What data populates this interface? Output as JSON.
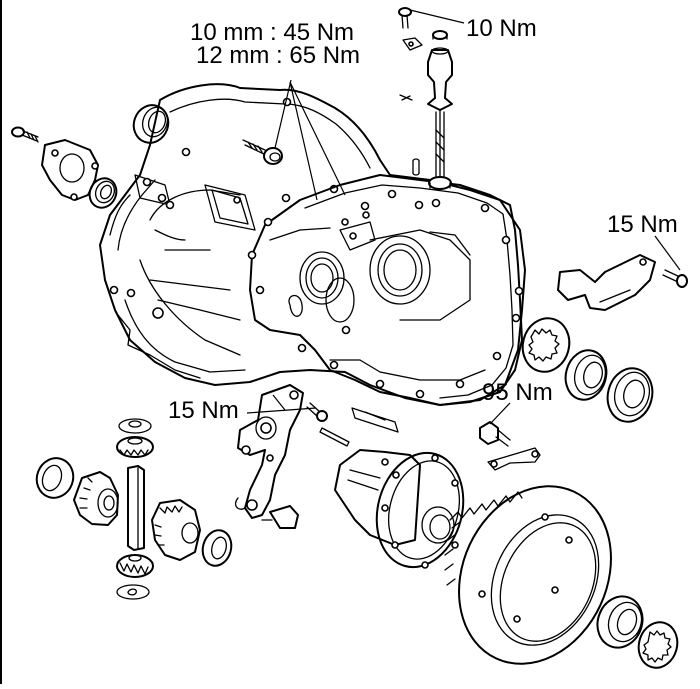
{
  "diagram": {
    "title": "Manual transaxle exploded view with tightening torques",
    "colors": {
      "line": "#000000",
      "background": "#ffffff"
    },
    "torque_labels": [
      {
        "id": "housing-bolts",
        "lines": [
          "10 mm : 45 Nm",
          "12 mm : 65 Nm"
        ],
        "target": "clutch housing bolts"
      },
      {
        "id": "speedo-clamp",
        "lines": [
          "10 Nm"
        ],
        "target": "speedometer drive clamp bolt"
      },
      {
        "id": "bracket",
        "lines": [
          "15 Nm"
        ],
        "target": "side bracket bolt"
      },
      {
        "id": "shift-lever",
        "lines": [
          "15 Nm"
        ],
        "target": "shift lever bracket bolts"
      },
      {
        "id": "drain-plug",
        "lines": [
          "95 Nm"
        ],
        "target": "plug bolt"
      }
    ],
    "components": [
      "transaxle-housing",
      "clutch-housing",
      "oil-seal-left",
      "oil-seal-top",
      "release-bearing-retainer",
      "retainer-bolt",
      "speedometer-drive-gear",
      "speedometer-clamp",
      "speedometer-bolt",
      "side-bracket",
      "side-bracket-bolt",
      "snap-ring-right",
      "bearing-right",
      "oil-seal-right",
      "shift-lever-assembly",
      "pin",
      "lock-plate",
      "plug-bolt",
      "bracket-plate",
      "differential-case",
      "ring-gear",
      "bearing-bottom",
      "snap-ring-bottom",
      "pinion-shaft",
      "pinion-gear-top",
      "pinion-gear-bottom",
      "thrust-washer-top",
      "thrust-washer-bottom",
      "side-gear-left",
      "side-gear-right",
      "side-thrust-washer-left",
      "side-thrust-washer-right"
    ]
  }
}
